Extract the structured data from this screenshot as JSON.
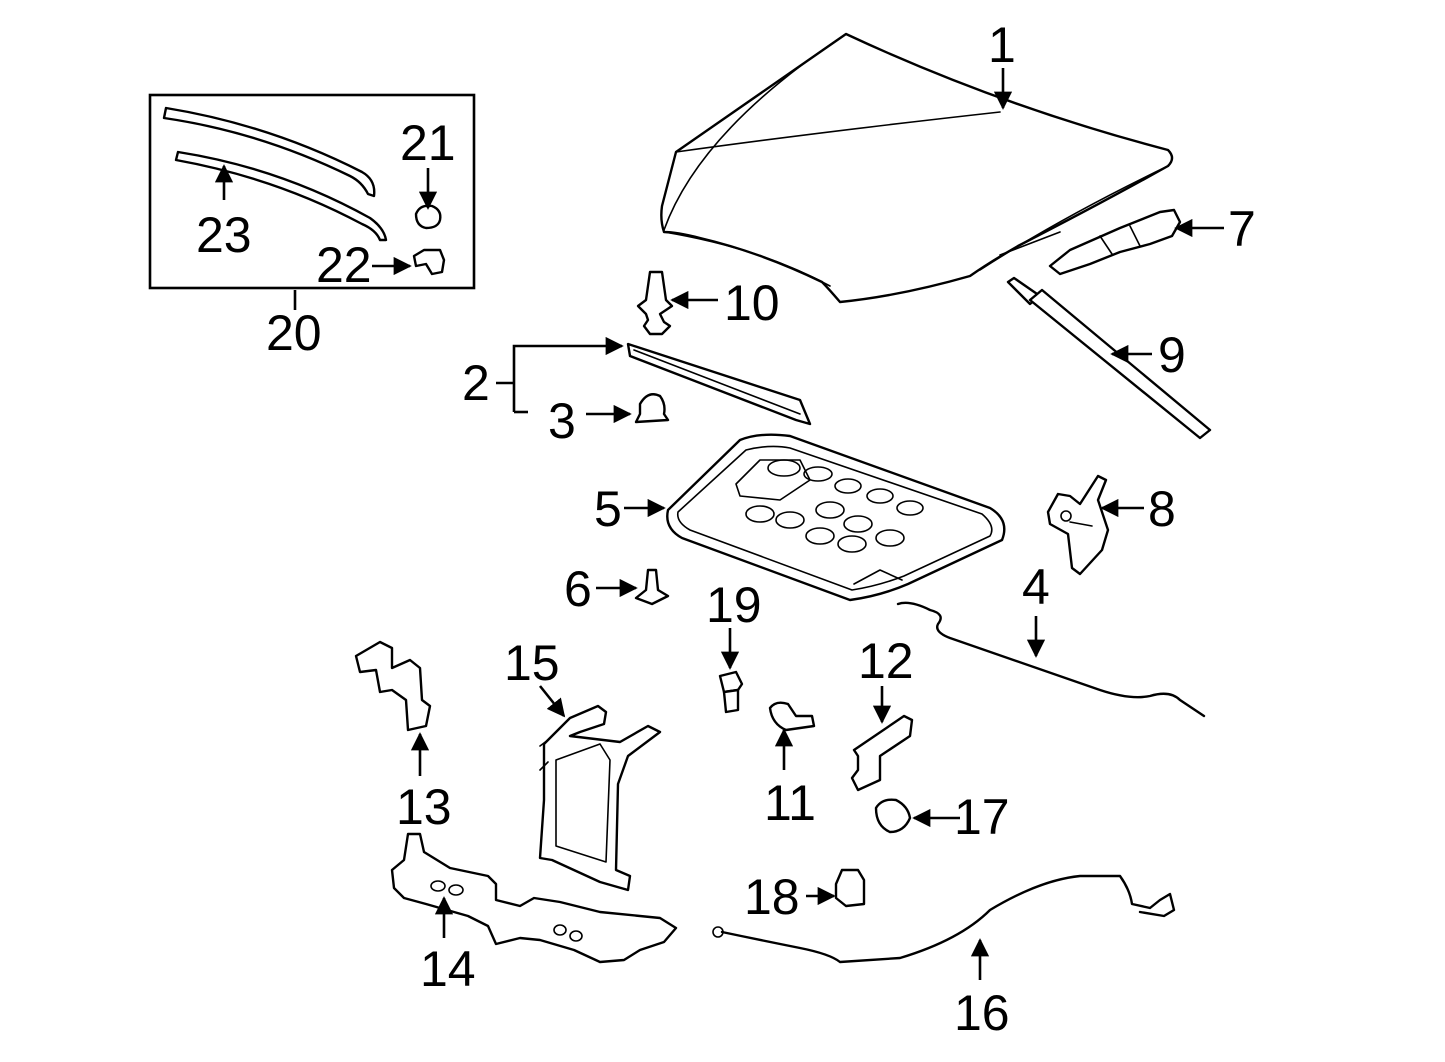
{
  "diagram": {
    "callouts": {
      "c1": "1",
      "c2": "2",
      "c3": "3",
      "c4": "4",
      "c5": "5",
      "c6": "6",
      "c7": "7",
      "c8": "8",
      "c9": "9",
      "c10": "10",
      "c11": "11",
      "c12": "12",
      "c13": "13",
      "c14": "14",
      "c15": "15",
      "c16": "16",
      "c17": "17",
      "c18": "18",
      "c19": "19",
      "c20": "20",
      "c21": "21",
      "c22": "22",
      "c23": "23"
    },
    "line_color": "#000000",
    "background_color": "#ffffff"
  }
}
